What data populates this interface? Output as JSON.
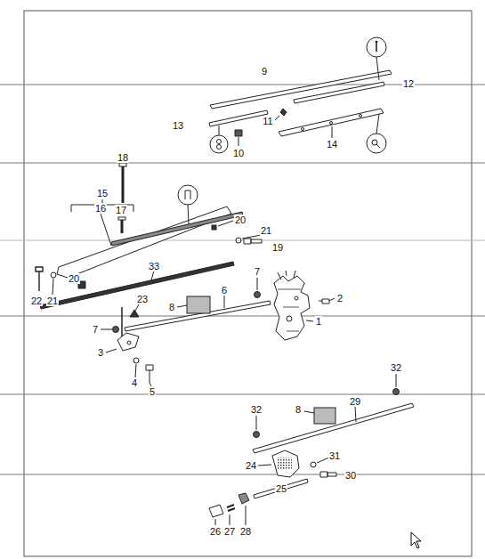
{
  "diagram": {
    "labels": [
      "9",
      "12",
      "13",
      "11",
      "10",
      "14",
      "18",
      "15",
      "16",
      "17",
      "20",
      "21",
      "19",
      "22",
      "21",
      "20",
      "33",
      "7",
      "23",
      "8",
      "6",
      "2",
      "1",
      "7",
      "3",
      "4",
      "5",
      "32",
      "8",
      "29",
      "32",
      "24",
      "31",
      "30",
      "25",
      "26",
      "27",
      "28"
    ]
  }
}
